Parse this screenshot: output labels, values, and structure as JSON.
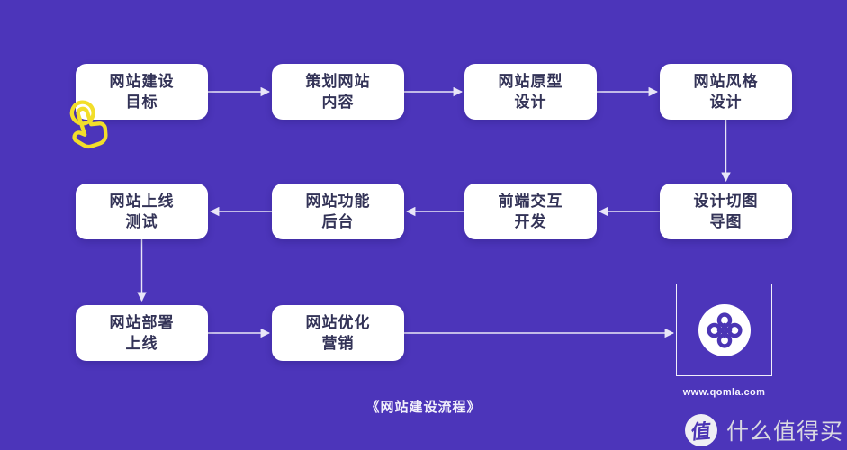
{
  "theme": {
    "bg": "#4c35ba",
    "box-bg": "#ffffff",
    "box-text": "#333357",
    "line": "#e9e6f8",
    "accent-yellow": "#f2de2a",
    "logo-purple": "#4b35b4",
    "wm-text": "#d9d8e1"
  },
  "flow": {
    "caption": "《网站建设流程》",
    "nodes": [
      {
        "id": "goal",
        "label": "网站建设\n目标"
      },
      {
        "id": "plan",
        "label": "策划网站\n内容"
      },
      {
        "id": "prototype",
        "label": "网站原型\n设计"
      },
      {
        "id": "style",
        "label": "网站风格\n设计"
      },
      {
        "id": "online-test",
        "label": "网站上线\n测试"
      },
      {
        "id": "backend",
        "label": "网站功能\n后台"
      },
      {
        "id": "frontend",
        "label": "前端交互\n开发"
      },
      {
        "id": "slice",
        "label": "设计切图\n导图"
      },
      {
        "id": "deploy",
        "label": "网站部署\n上线"
      },
      {
        "id": "marketing",
        "label": "网站优化\n营销"
      }
    ]
  },
  "icons": {
    "cursor": "tap-hand-icon",
    "logo": "qomla-clover-icon",
    "watermark_badge": "smzdm-zhi-badge"
  },
  "logo": {
    "website": "www.qomla.com"
  },
  "watermark": {
    "badge": "值",
    "text": "什么值得买"
  }
}
